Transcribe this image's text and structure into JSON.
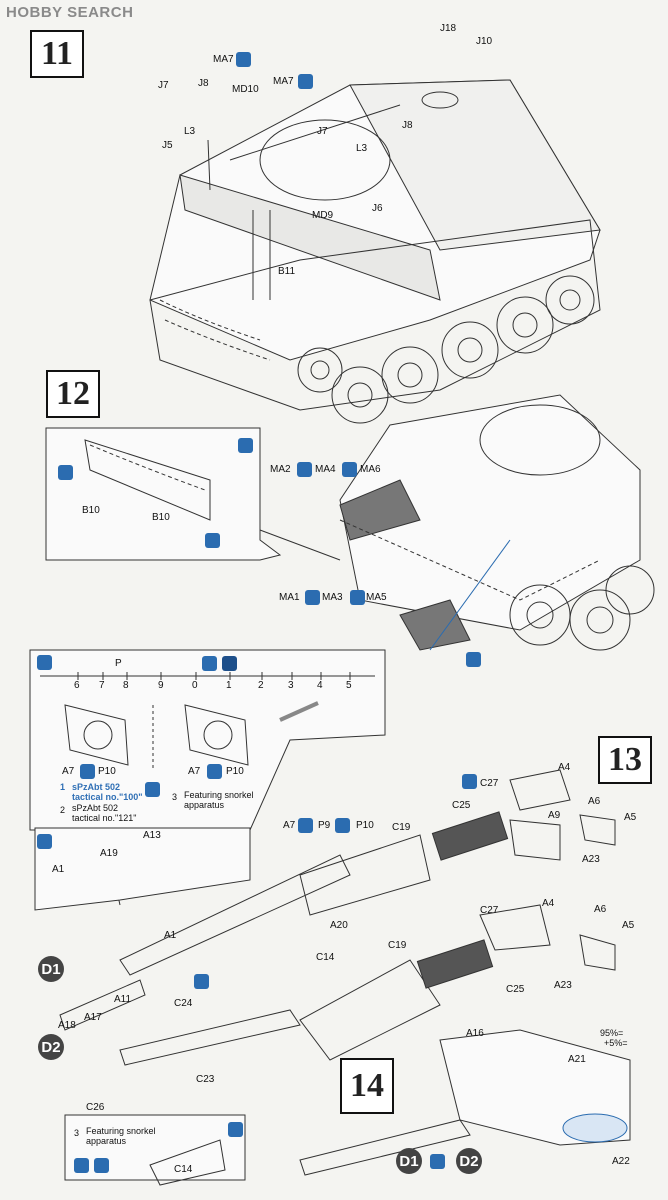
{
  "header": {
    "site": "HOBBY SEARCH"
  },
  "steps": {
    "s11": "11",
    "s12": "12",
    "s13": "13",
    "s14": "14"
  },
  "step11": {
    "labels": [
      "J18",
      "J10",
      "MA7",
      "J7",
      "J8",
      "MD10",
      "MA7",
      "J7",
      "J8",
      "L3",
      "J5",
      "L3",
      "J6",
      "MD9",
      "B11"
    ]
  },
  "step12": {
    "labels": [
      "B10",
      "B10",
      "MA2",
      "MA4",
      "MA6",
      "MA1",
      "MA3",
      "MA5"
    ]
  },
  "gauge": {
    "letter": "P",
    "ticks": [
      "6",
      "7",
      "8",
      "9",
      "0",
      "1",
      "2",
      "3",
      "4",
      "5"
    ]
  },
  "variant": {
    "a7": "A7",
    "p10": "P10",
    "a7b": "A7",
    "p10b": "P10",
    "opt1_num": "1",
    "opt1_text": "sPzAbt 502",
    "opt1_sub": "tactical no.\"100\"",
    "opt2_num": "2",
    "opt2_text": "sPzAbt 502",
    "opt2_sub": "tactical no.\"121\"",
    "opt3_num": "3",
    "opt3_text": "Featuring snorkel",
    "opt3_sub": "apparatus"
  },
  "step13": {
    "labels": [
      "C27",
      "A4",
      "C25",
      "A9",
      "A6",
      "A5",
      "A7",
      "P9",
      "P10",
      "C19",
      "A23",
      "A1",
      "A19",
      "A13",
      "A20",
      "C27",
      "A4",
      "A6",
      "A5",
      "C19",
      "C14",
      "C25",
      "A23",
      "A1",
      "A11",
      "A17",
      "A18",
      "C24",
      "C23",
      "C26"
    ]
  },
  "step14": {
    "labels": [
      "A16",
      "A21",
      "A22",
      "C14"
    ],
    "pct1": "95%=",
    "pct2": "+5%=",
    "snorkel_num": "3",
    "snorkel_text": "Featuring snorkel",
    "snorkel_sub": "apparatus"
  },
  "markers": {
    "d1": "D1",
    "d2": "D2",
    "d1b": "D1",
    "d2b": "D2"
  }
}
